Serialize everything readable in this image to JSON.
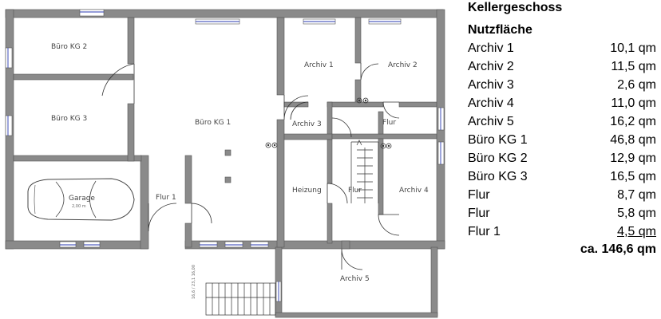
{
  "plan": {
    "rooms": {
      "buero_kg2": "Büro KG 2",
      "buero_kg3": "Büro KG 3",
      "buero_kg1": "Büro KG 1",
      "garage": "Garage",
      "garage_sub": "2,00 m",
      "flur1": "Flur 1",
      "archiv1": "Archiv 1",
      "archiv2": "Archiv 2",
      "archiv3": "Archiv 3",
      "flur_upper": "Flur",
      "heizung": "Heizung",
      "flur_lower": "Flur",
      "archiv4": "Archiv 4",
      "archiv5": "Archiv 5"
    },
    "stair_note": "16,6 / 23,1  16,00"
  },
  "legend": {
    "title": "Kellergeschoss",
    "subtitle": "Nutzfläche",
    "rows": [
      {
        "name": "Archiv 1",
        "area": "10,1 qm"
      },
      {
        "name": "Archiv 2",
        "area": "11,5 qm"
      },
      {
        "name": "Archiv 3",
        "area": "2,6 qm"
      },
      {
        "name": "Archiv 4",
        "area": "11,0 qm"
      },
      {
        "name": "Archiv 5",
        "area": "16,2 qm"
      },
      {
        "name": "Büro KG 1",
        "area": "46,8 qm"
      },
      {
        "name": "Büro KG 2",
        "area": "12,9 qm"
      },
      {
        "name": "Büro KG 3",
        "area": "16,5 qm"
      },
      {
        "name": "Flur",
        "area": "8,7 qm"
      },
      {
        "name": "Flur",
        "area": "5,8 qm"
      },
      {
        "name": "Flur 1",
        "area": "4,5 qm"
      }
    ],
    "total": "ca. 146,6 qm"
  },
  "colors": {
    "wall": "#8a8a8a",
    "wall_stroke": "#555555",
    "window": "#2a3ab0"
  }
}
